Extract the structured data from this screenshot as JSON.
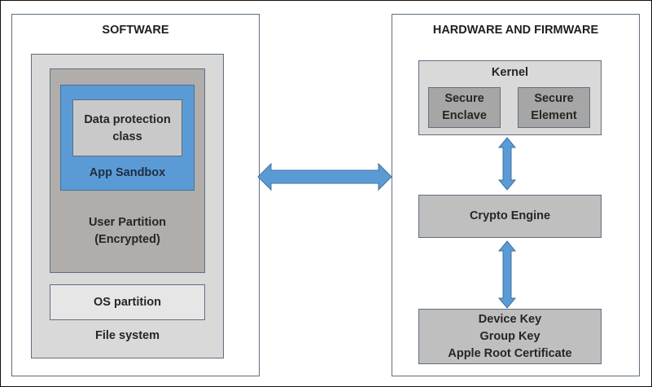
{
  "software": {
    "title": "SOFTWARE",
    "data_protection_line1": "Data protection",
    "data_protection_line2": "class",
    "app_sandbox": "App Sandbox",
    "user_partition_line1": "User Partition",
    "user_partition_line2": "(Encrypted)",
    "os_partition": "OS partition",
    "file_system": "File system"
  },
  "hardware": {
    "title": "HARDWARE AND FIRMWARE",
    "kernel": "Kernel",
    "secure_enclave_line1": "Secure",
    "secure_enclave_line2": "Enclave",
    "secure_element_line1": "Secure",
    "secure_element_line2": "Element",
    "crypto_engine": "Crypto Engine",
    "keys": [
      "Device Key",
      "Group Key",
      "Apple Root Certificate"
    ]
  },
  "colors": {
    "arrow": "#5b9bd5",
    "arrow_outline": "#41719c",
    "sandbox": "#5b9bd5"
  }
}
